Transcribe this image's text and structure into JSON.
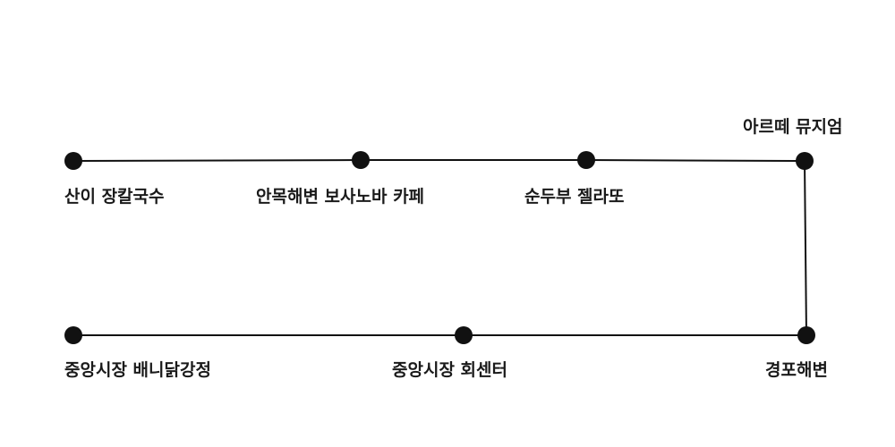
{
  "route": {
    "line_color": "#111111",
    "stops": [
      {
        "id": "stop-1",
        "name": "산이 장칼국수"
      },
      {
        "id": "stop-2",
        "name": "안목해변 보사노바 카페"
      },
      {
        "id": "stop-3",
        "name": "순두부 젤라또"
      },
      {
        "id": "stop-4",
        "name": "아르떼 뮤지엄"
      },
      {
        "id": "stop-5",
        "name": "경포해변"
      },
      {
        "id": "stop-6",
        "name": "중앙시장 회센터"
      },
      {
        "id": "stop-7",
        "name": "중앙시장 배니닭강정"
      }
    ]
  }
}
